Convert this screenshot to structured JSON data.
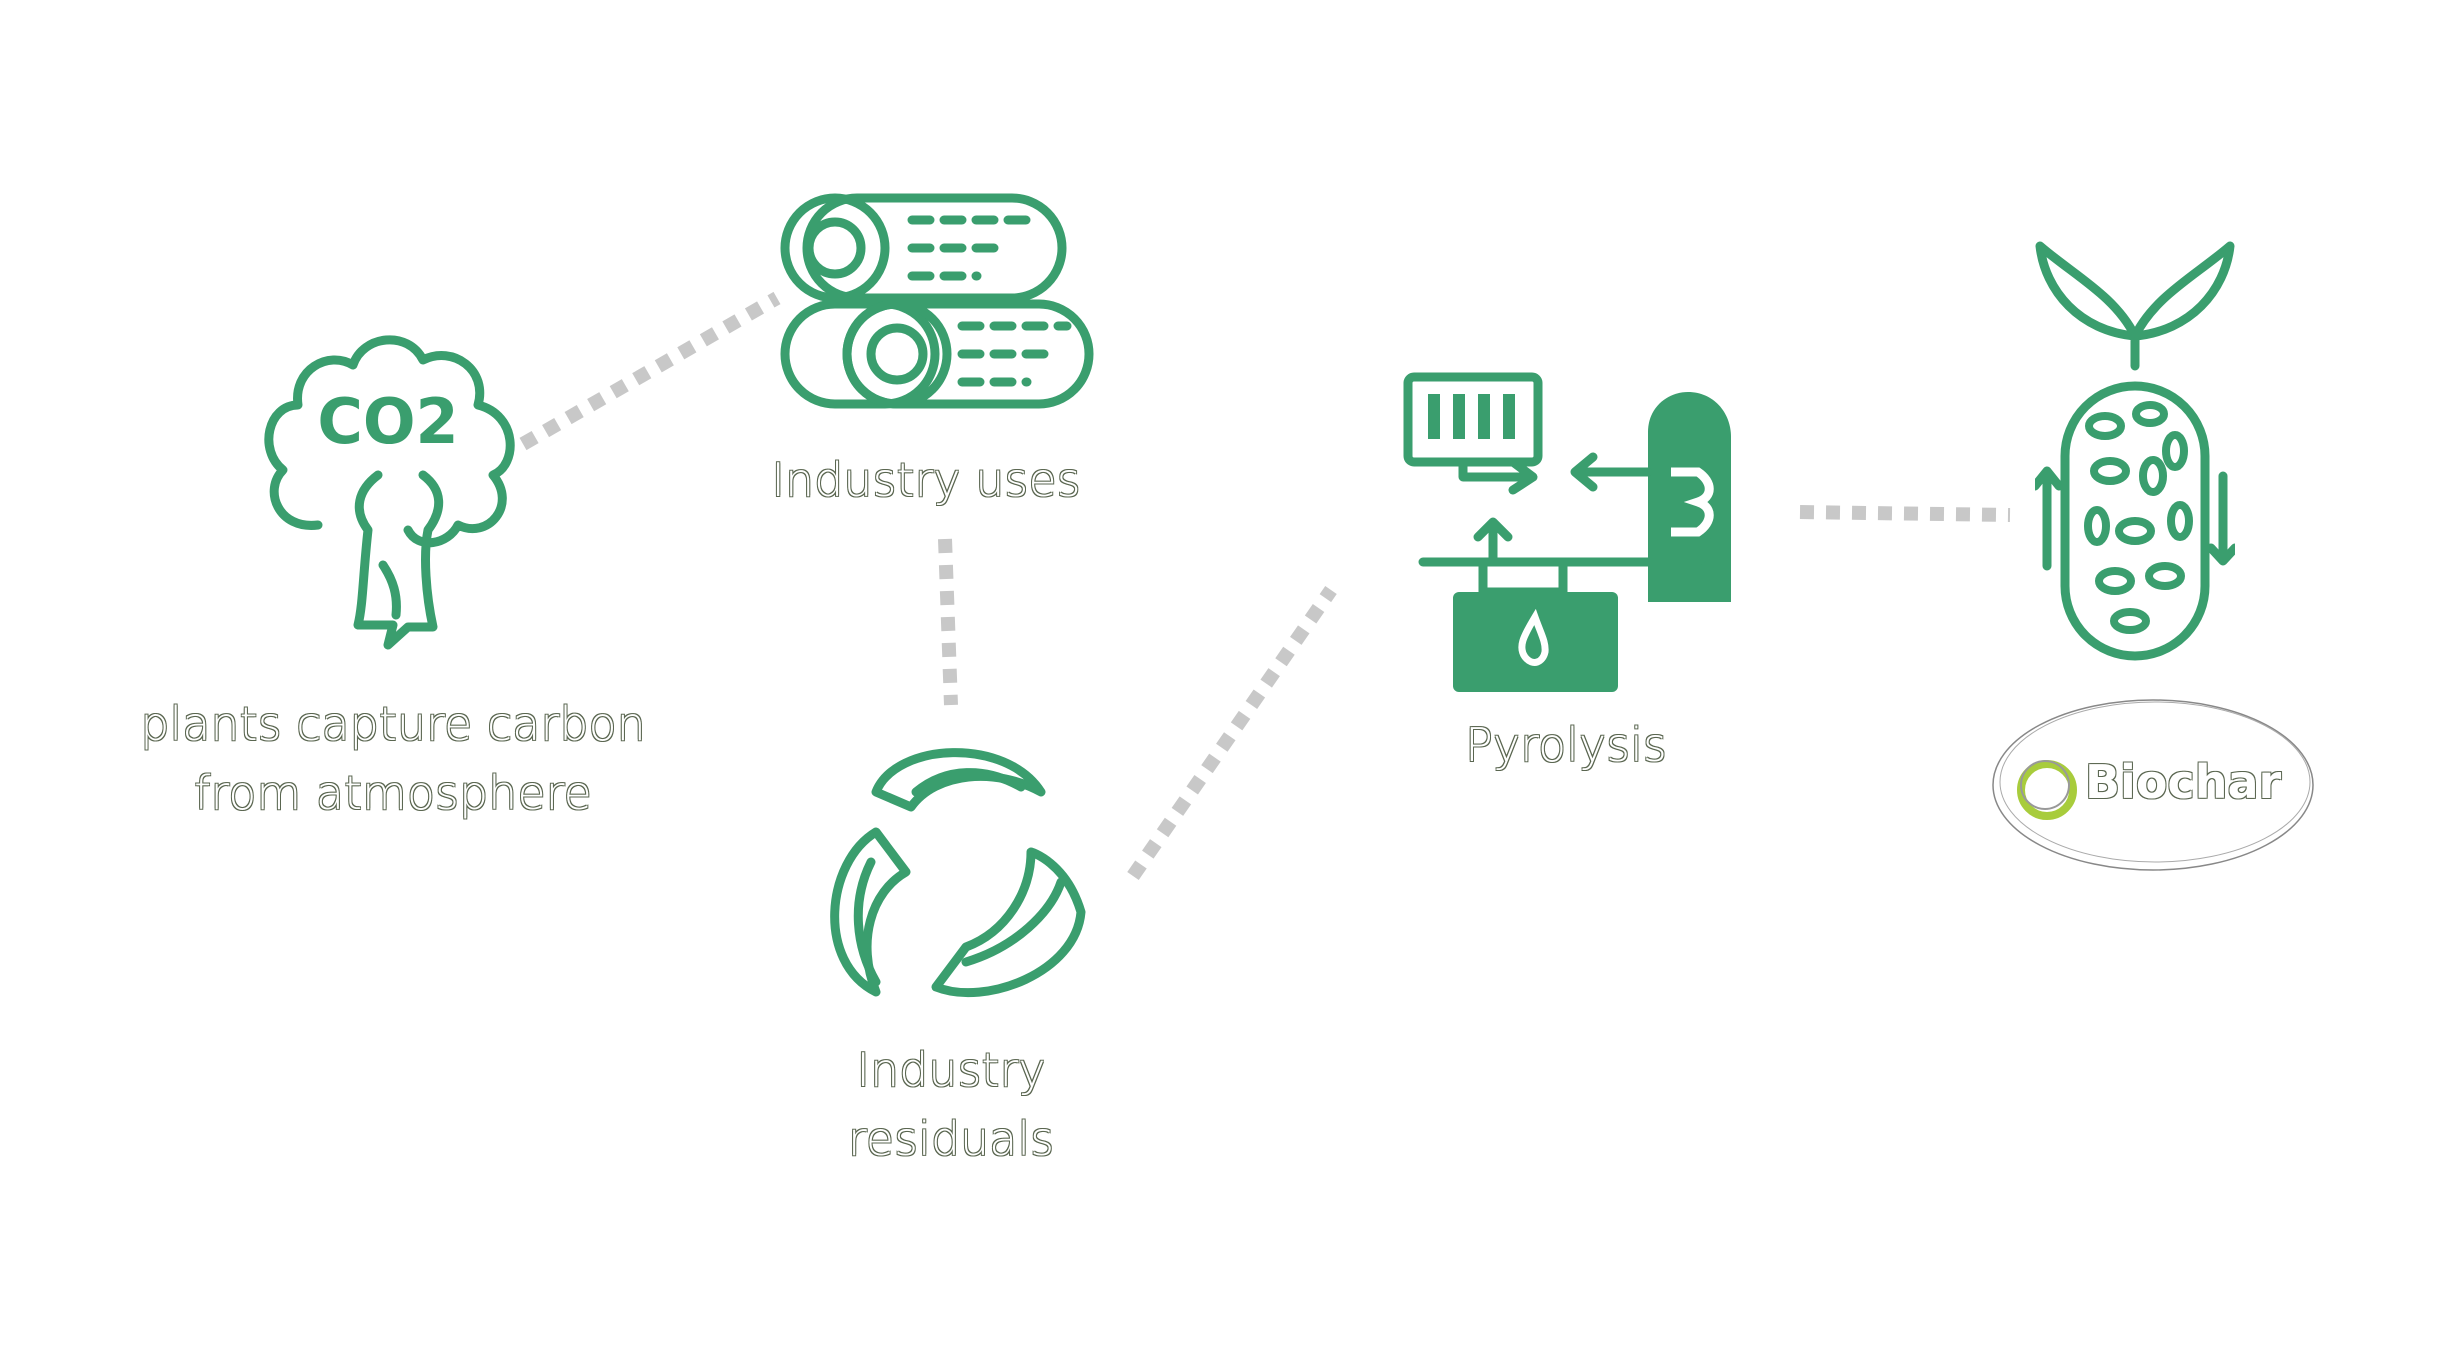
{
  "nodes": {
    "plants": {
      "label_line1": "plants capture carbon",
      "label_line2": "from atmosphere",
      "icon": "co2-tree-icon",
      "icon_text": "CO2"
    },
    "industry_uses": {
      "label": "Industry uses",
      "icon": "logs-icon"
    },
    "industry_residuals": {
      "label_line1": "Industry",
      "label_line2": "residuals",
      "icon": "recycle-leaves-icon"
    },
    "pyrolysis": {
      "label": "Pyrolysis",
      "icon": "pyrolysis-plant-icon"
    },
    "biochar": {
      "label": "Biochar",
      "icon": "sprout-soil-icon"
    }
  },
  "colors": {
    "icon": "#3a9e6e",
    "connector": "#c8c8c8",
    "logo_ring": "#a8cc3c"
  }
}
